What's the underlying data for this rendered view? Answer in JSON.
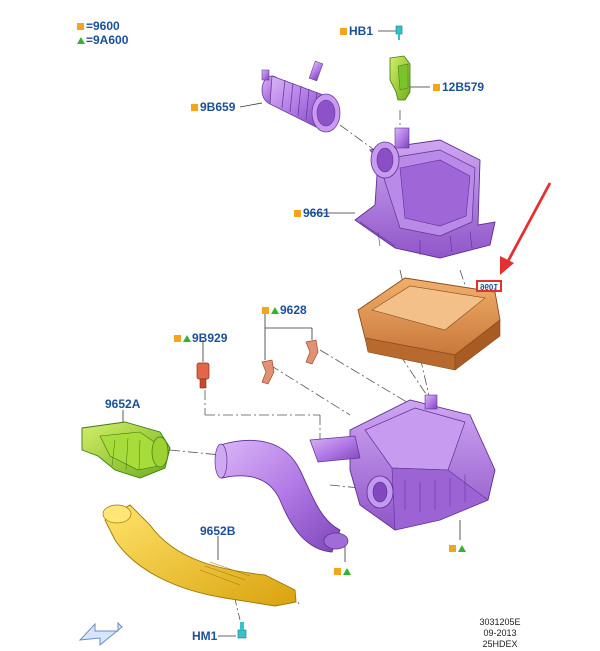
{
  "legend": [
    {
      "marker": "square",
      "text": "=9600"
    },
    {
      "marker": "triangle",
      "text": "=9A600"
    }
  ],
  "parts": {
    "hb1": "HB1",
    "p12b579": "12B579",
    "p9b659": "9B659",
    "p9661": "9661",
    "p9601": "9601",
    "p9628": "9628",
    "p9b929": "9B929",
    "p9652a": "9652A",
    "p9652b": "9652B",
    "hm1": "HM1"
  },
  "footer": {
    "code": "3031205E",
    "date": "09-2013",
    "model": "25HDEX"
  },
  "colors": {
    "label": "#1a4f9a",
    "square_marker": "#f5a51c",
    "triangle_marker": "#33b233",
    "arrow": "#e53030",
    "purple_part": "#b77ce8",
    "filter": "#e0964e",
    "green_part": "#8fcf2a",
    "yellow_part": "#f0c21c",
    "clip": "#d8845e"
  }
}
